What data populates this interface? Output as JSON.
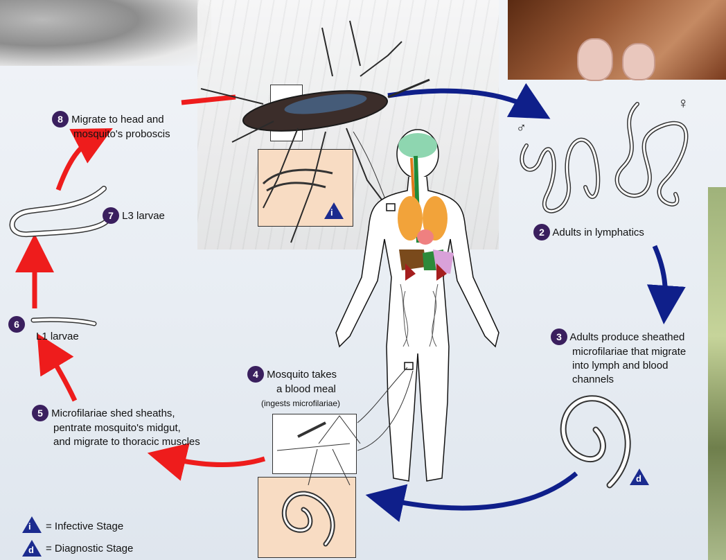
{
  "steps": {
    "s2": {
      "num": "2",
      "text": "Adults in lymphatics"
    },
    "s3": {
      "num": "3",
      "line1": "Adults produce sheathed",
      "line2": "microfilariae that migrate",
      "line3": "into lymph and blood",
      "line4": "channels"
    },
    "s4": {
      "num": "4",
      "line1": "Mosquito takes",
      "line2": "a blood meal",
      "sub": "(ingests microfilariae)"
    },
    "s5": {
      "num": "5",
      "line1": "Microfilariae shed sheaths,",
      "line2": "pentrate mosquito's midgut,",
      "line3": "and migrate to thoracic muscles"
    },
    "s6": {
      "num": "6",
      "text": "L1 larvae"
    },
    "s7": {
      "num": "7",
      "text": "L3 larvae"
    },
    "s8": {
      "num": "8",
      "line1": "Migrate to head and",
      "line2": "mosquito's proboscis"
    }
  },
  "symbols": {
    "male": "♂",
    "female": "♀",
    "infective_letter": "i",
    "diagnostic_letter": "d"
  },
  "legend": {
    "infective": "= Infective Stage",
    "diagnostic": "= Diagnostic Stage"
  },
  "colors": {
    "red_arrow": "#ee1c1c",
    "blue_arrow": "#0f1f8a",
    "badge": "#3a1f5e",
    "stage_triangle": "#1b2b8f"
  }
}
